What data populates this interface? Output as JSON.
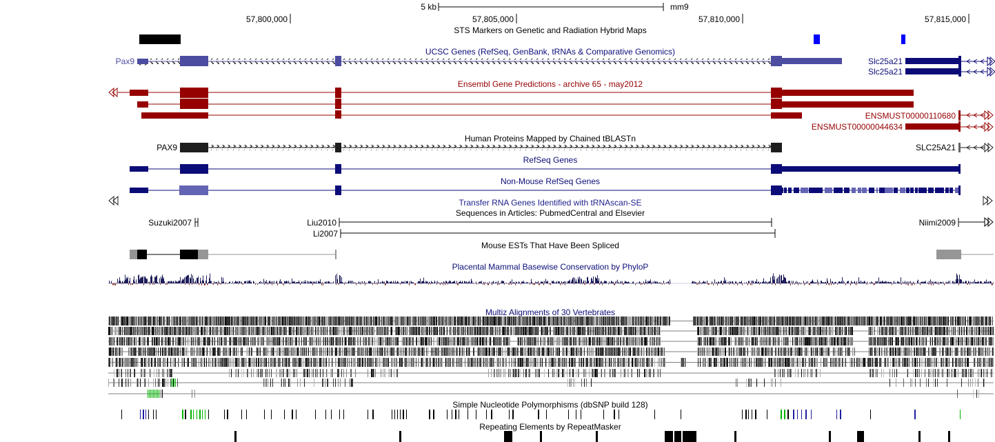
{
  "ruler": {
    "scale_label": "5 kb",
    "assembly": "mm9",
    "ticks": [
      "57,800,000",
      "57,805,000",
      "57,810,000",
      "57,815,000"
    ]
  },
  "tracks": {
    "sts": {
      "title": "STS Markers on Genetic and Radiation Hybrid Maps"
    },
    "ucsc": {
      "title": "UCSC Genes (RefSeq, GenBank, tRNAs & Comparative Genomics)",
      "labels": [
        "Pax9",
        "Slc25a21",
        "Slc25a21"
      ]
    },
    "ensembl": {
      "title": "Ensembl Gene Predictions - archive 65 - may2012",
      "labels": [
        "ENSMUST00000110680",
        "ENSMUST00000044634"
      ]
    },
    "human_proteins": {
      "title": "Human Proteins Mapped by Chained tBLASTn",
      "labels": [
        "PAX9",
        "SLC25A21"
      ]
    },
    "refseq": {
      "title": "RefSeq Genes"
    },
    "nonmouse_refseq": {
      "title": "Non-Mouse RefSeq Genes"
    },
    "trna": {
      "title": "Transfer RNA Genes Identified with tRNAscan-SE"
    },
    "pubs": {
      "title": "Sequences in Articles: PubmedCentral and Elsevier",
      "labels": [
        "Suzuki2007",
        "Liu2010",
        "Li2007",
        "Niimi2009"
      ]
    },
    "est": {
      "title": "Mouse ESTs That Have Been Spliced"
    },
    "phylop": {
      "title": "Placental Mammal Basewise Conservation by PhyloP"
    },
    "multiz": {
      "title": "Multiz Alignments of 30 Vertebrates"
    },
    "snp": {
      "title": "Simple Nucleotide Polymorphisms (dbSNP build 128)"
    },
    "rmsk": {
      "title": "Repeating Elements by RepeatMasker"
    }
  },
  "colors": {
    "ucsc": "#4c4ca0",
    "ucsc_dark": "#0c0c78",
    "ensembl": "#960000",
    "protein": "#1e1e1e",
    "refseq": "#0c0c78",
    "nonmouse_light": "#6464b4",
    "trna": "#1e1e8c",
    "sts_blue": "#0000ff",
    "est_gray": "#969696",
    "phylop_pos": "#1e1e5a",
    "phylop_neg": "#782828",
    "snp_green": "#00b400",
    "snp_blue": "#1e1ea0"
  },
  "icons": [
    "chevron-left-icon",
    "chevron-right-icon",
    "strand-arrow-icon"
  ]
}
